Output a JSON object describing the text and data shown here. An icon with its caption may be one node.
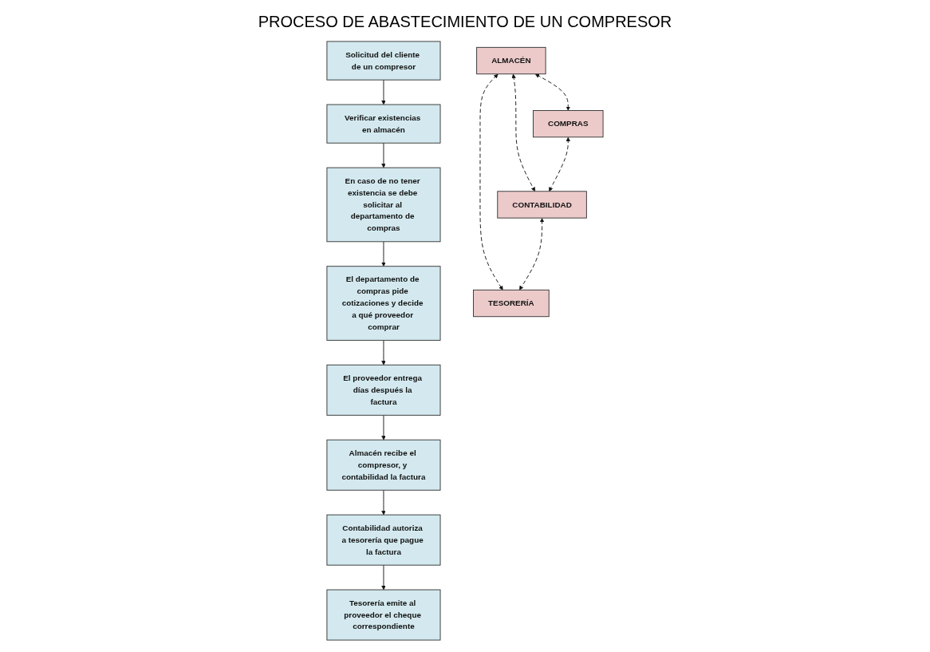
{
  "diagram": {
    "title": "PROCESO DE ABASTECIMIENTO DE UN COMPRESOR",
    "nodes": [
      {
        "text": [
          "ALMACÉN"
        ]
      },
      {
        "text": [
          "Solicitud del cliente de un compresor"
        ]
      },
      {
        "text": [
          "Verificar existencias en almacén"
        ]
      },
      {
        "text": [
          "COMPRAS"
        ]
      },
      {
        "text": [
          "En caso de no tener existencia se debe solicitar al departamento de compras"
        ]
      },
      {
        "text": [
          "El departamento de compras pide cotizaciones y decide a qué proveedor comprar"
        ]
      },
      {
        "text": [
          "CONTABILIDAD"
        ]
      },
      {
        "text": [
          "El proveedor entrega días después la factura"
        ]
      },
      {
        "text": [
          "Almacén recibe el compresor, y contabilidad la factura"
        ]
      },
      {
        "text": [
          "TESORERÍA"
        ]
      },
      {
        "text": [
          "Contabilidad autoriza a tesorería que pague la factura"
        ]
      },
      {
        "text": [
          "Tesorería emite al proveedor el cheque correspondiente"
        ]
      }
    ],
    "edges": [
      {
        "from": 1,
        "to": 2,
        "arrow": "to"
      },
      {
        "from": 2,
        "to": 4,
        "arrow": "to"
      },
      {
        "from": 4,
        "to": 5,
        "arrow": "to"
      },
      {
        "from": 5,
        "to": 7,
        "arrow": "to"
      },
      {
        "from": 7,
        "to": 8,
        "arrow": "to"
      },
      {
        "from": 8,
        "to": 10,
        "arrow": "to"
      },
      {
        "from": 10,
        "to": 11,
        "arrow": "to"
      },
      {
        "from": 0,
        "to": 3,
        "arrow": "both",
        "style": "dashed"
      },
      {
        "from": 0,
        "to": 6,
        "arrow": "both",
        "style": "dashed"
      },
      {
        "from": 0,
        "to": 9,
        "arrow": "both",
        "style": "dashed"
      },
      {
        "from": 3,
        "to": 6,
        "arrow": "both",
        "style": "dashed"
      },
      {
        "from": 6,
        "to": 9,
        "arrow": "both",
        "style": "dashed"
      }
    ]
  }
}
